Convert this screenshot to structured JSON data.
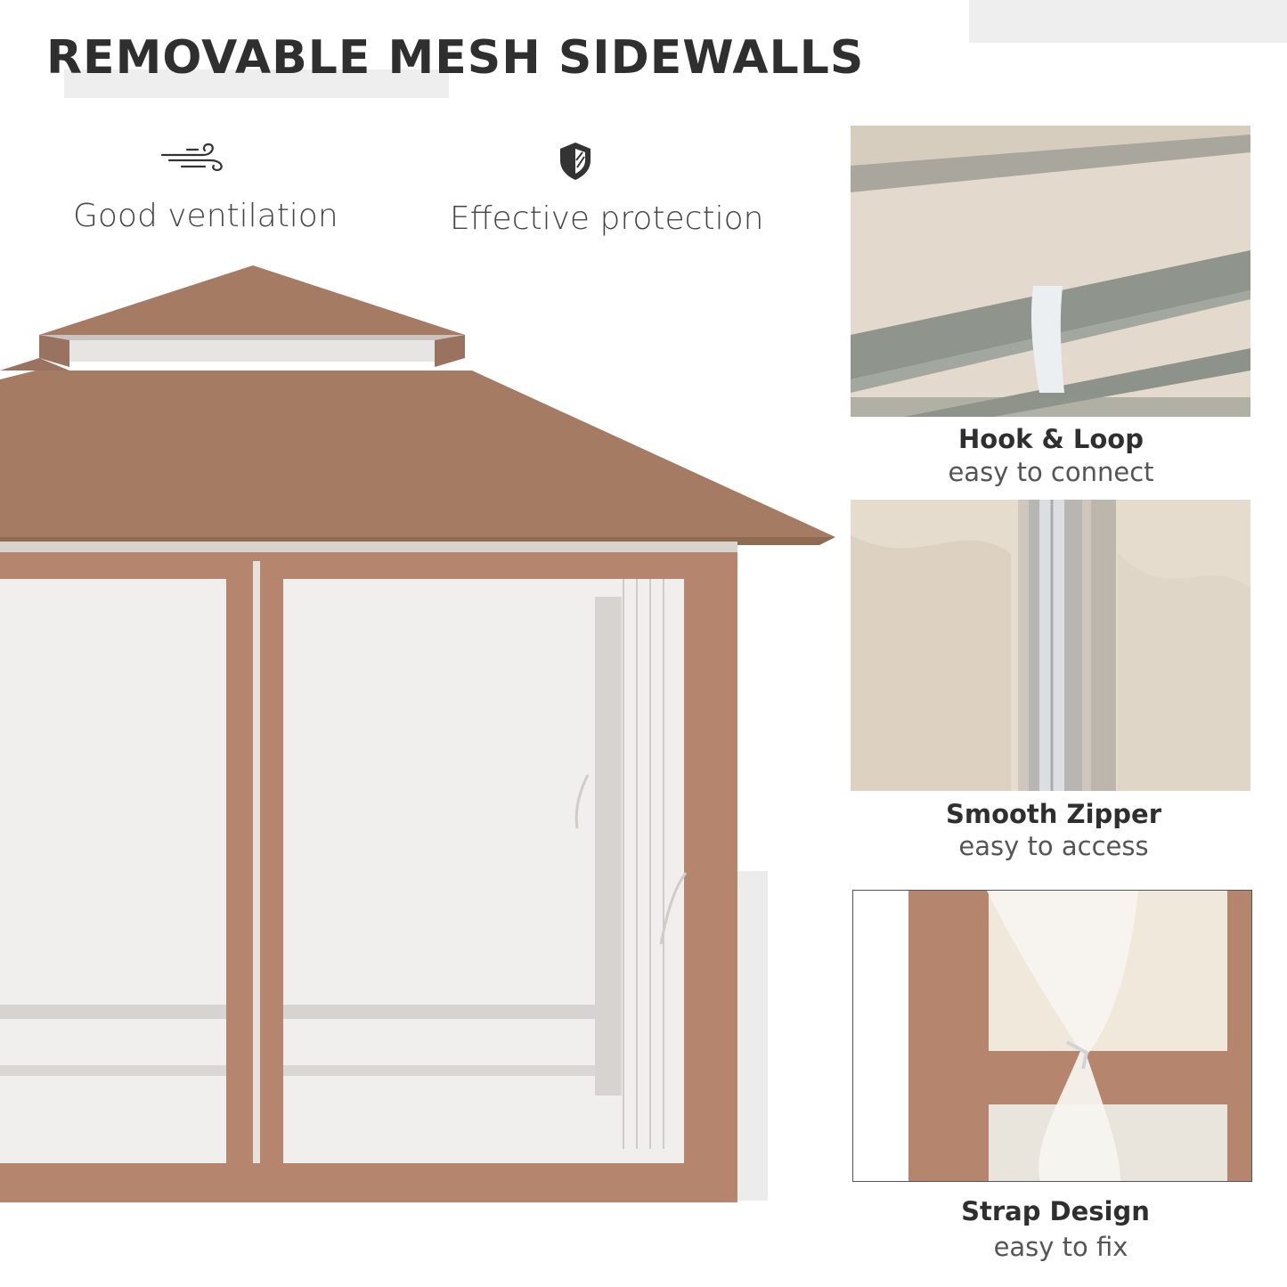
{
  "header": {
    "title": "REMOVABLE MESH SIDEWALLS"
  },
  "features": [
    {
      "icon": "wind-icon",
      "label": "Good ventilation"
    },
    {
      "icon": "shield-icon",
      "label": "Effective protection"
    }
  ],
  "details": [
    {
      "title": "Hook & Loop",
      "subtitle": "easy to connect"
    },
    {
      "title": "Smooth Zipper",
      "subtitle": "easy to access"
    },
    {
      "title": "Strap Design",
      "subtitle": "easy to fix"
    }
  ],
  "colors": {
    "canopy": "#a57b63",
    "frame": "#b5866d",
    "mesh": "#f1efed",
    "fabric": "#e6ddd0"
  }
}
